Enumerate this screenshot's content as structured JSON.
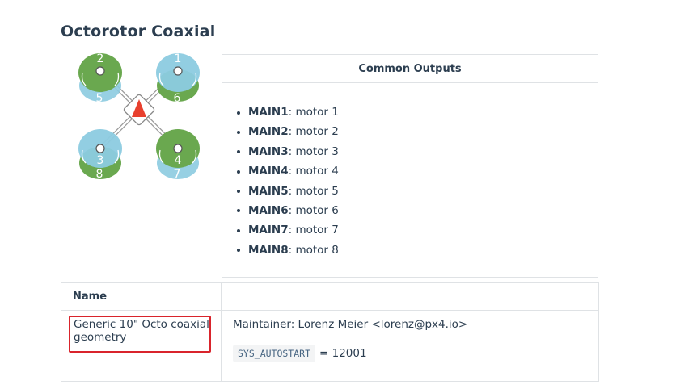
{
  "page": {
    "title": "Octorotor Coaxial"
  },
  "diagram": {
    "motor_labels": [
      "1",
      "2",
      "3",
      "4",
      "5",
      "6",
      "7",
      "8"
    ],
    "colors": {
      "green": "#6aa84f",
      "blue": "#8ccbe0",
      "arrow": "#e8402e"
    }
  },
  "outputs_table": {
    "header": "Common Outputs",
    "items": [
      {
        "name": "MAIN1",
        "desc": ": motor 1"
      },
      {
        "name": "MAIN2",
        "desc": ": motor 2"
      },
      {
        "name": "MAIN3",
        "desc": ": motor 3"
      },
      {
        "name": "MAIN4",
        "desc": ": motor 4"
      },
      {
        "name": "MAIN5",
        "desc": ": motor 5"
      },
      {
        "name": "MAIN6",
        "desc": ": motor 6"
      },
      {
        "name": "MAIN7",
        "desc": ": motor 7"
      },
      {
        "name": "MAIN8",
        "desc": ": motor 8"
      }
    ]
  },
  "info_table": {
    "header_name": "Name",
    "row": {
      "name": "Generic 10\" Octo coaxial geometry",
      "maintainer": "Maintainer: Lorenz Meier <lorenz@px4.io>",
      "param_code": "SYS_AUTOSTART",
      "param_value": "= 12001"
    }
  },
  "highlight_color": "#d9242c"
}
